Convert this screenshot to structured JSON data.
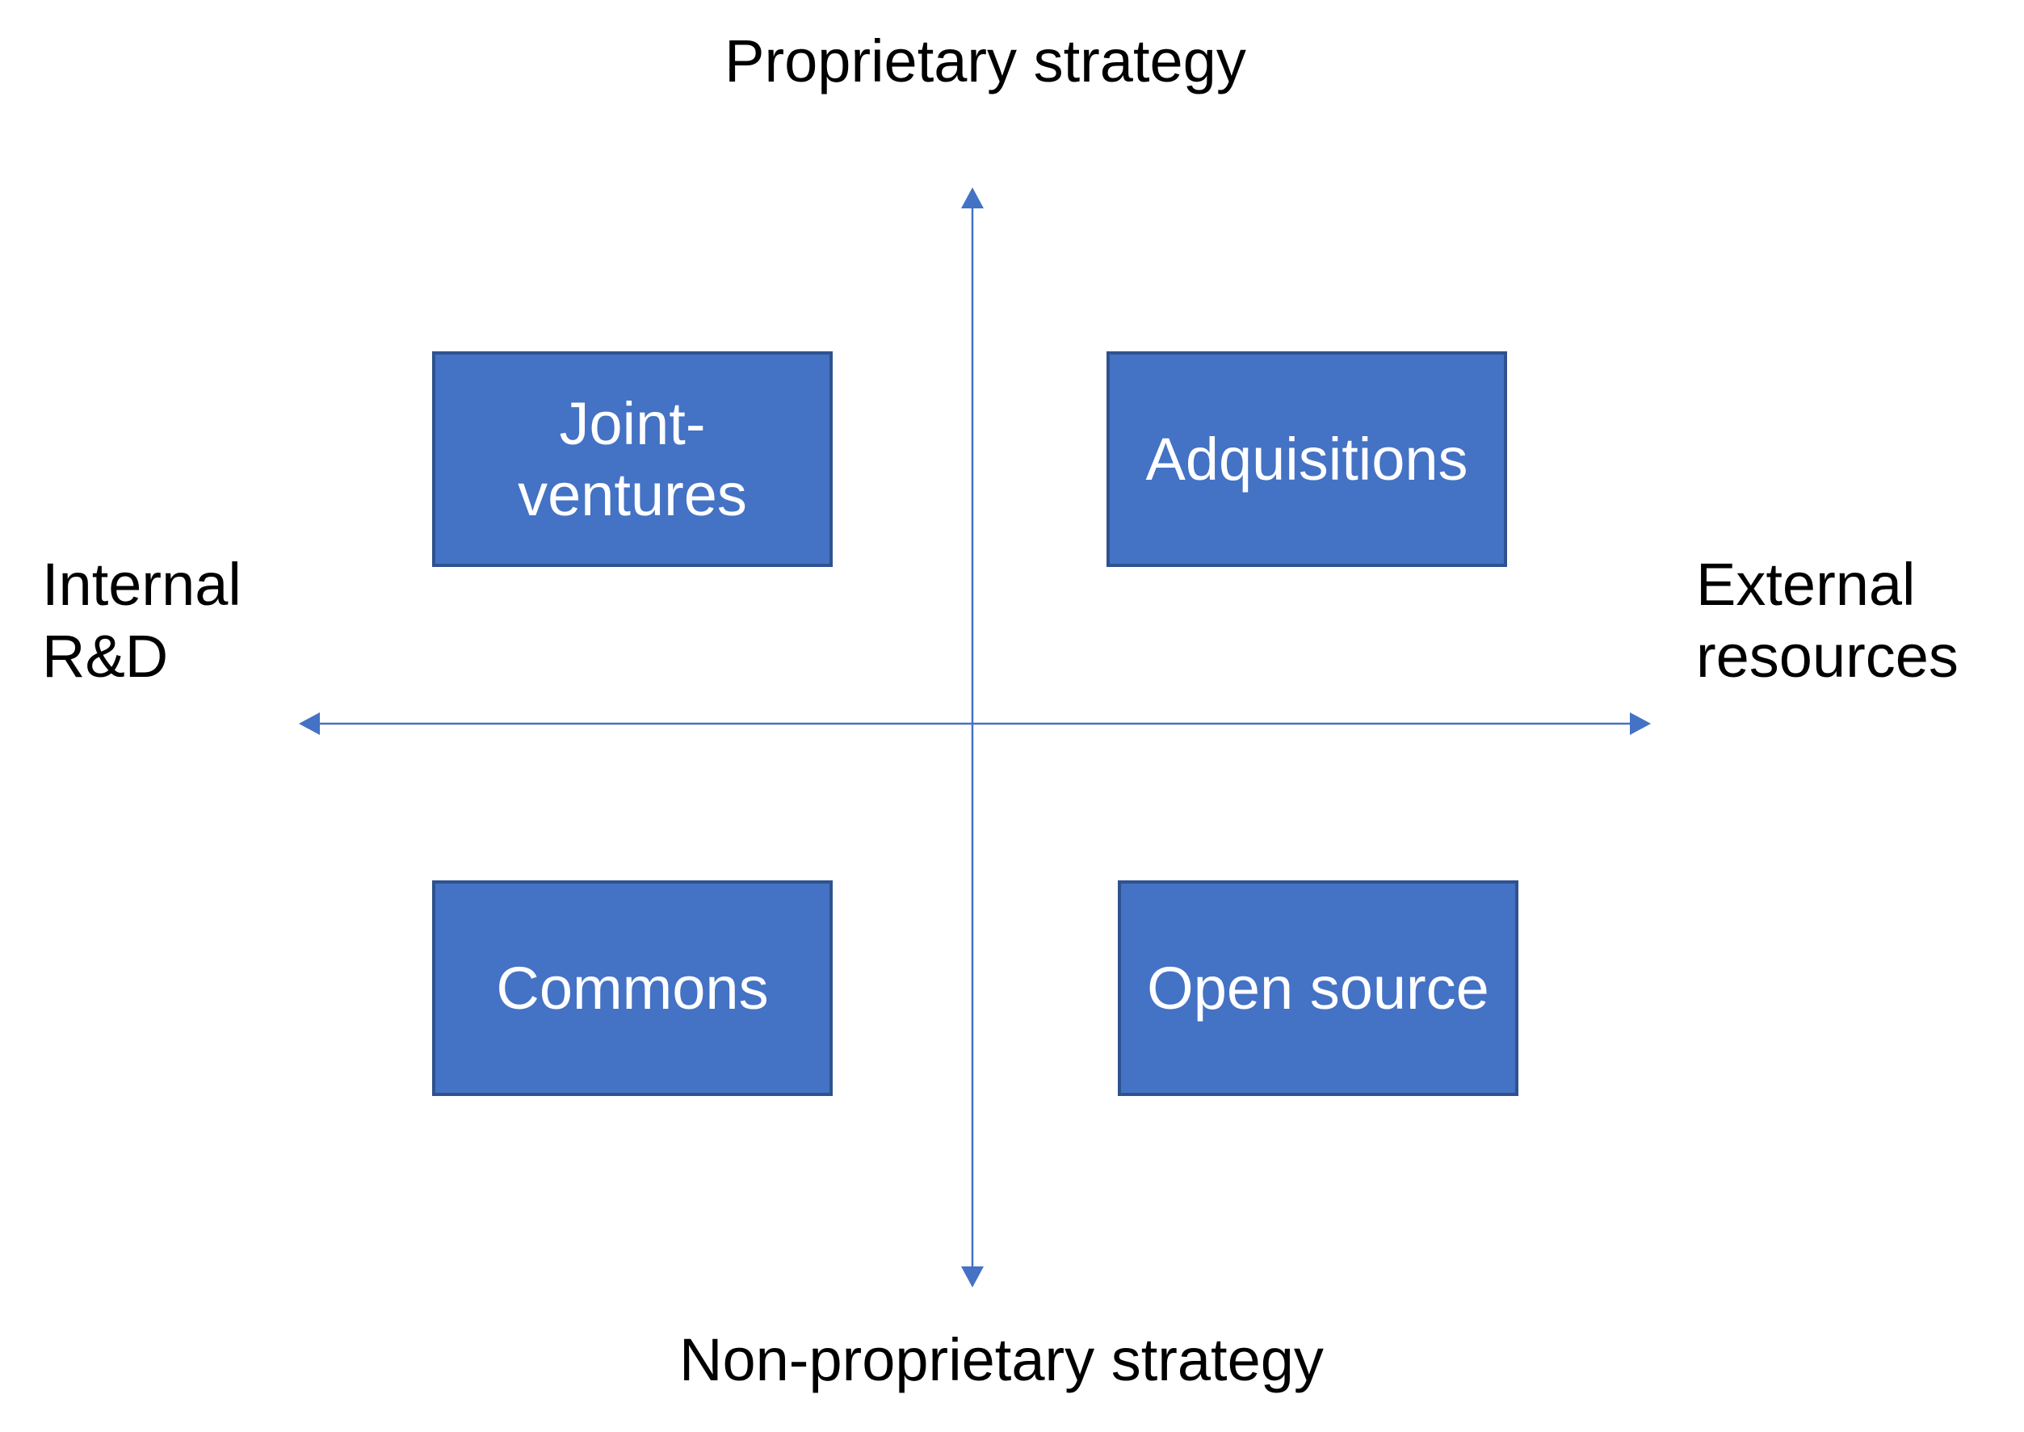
{
  "labels": {
    "top": "Proprietary strategy",
    "bottom": "Non-proprietary strategy",
    "left_line1": "Internal",
    "left_line2": "R&D",
    "right_line1": "External",
    "right_line2": "resources"
  },
  "quadrants": {
    "top_left_line1": "Joint-",
    "top_left_line2": "ventures",
    "top_right": "Adquisitions",
    "bottom_left": "Commons",
    "bottom_right": "Open source"
  },
  "colors": {
    "box_fill": "#4472c4",
    "box_border": "#2f528f",
    "axis": "#4472c4",
    "box_text": "#ffffff",
    "label_text": "#000000"
  }
}
